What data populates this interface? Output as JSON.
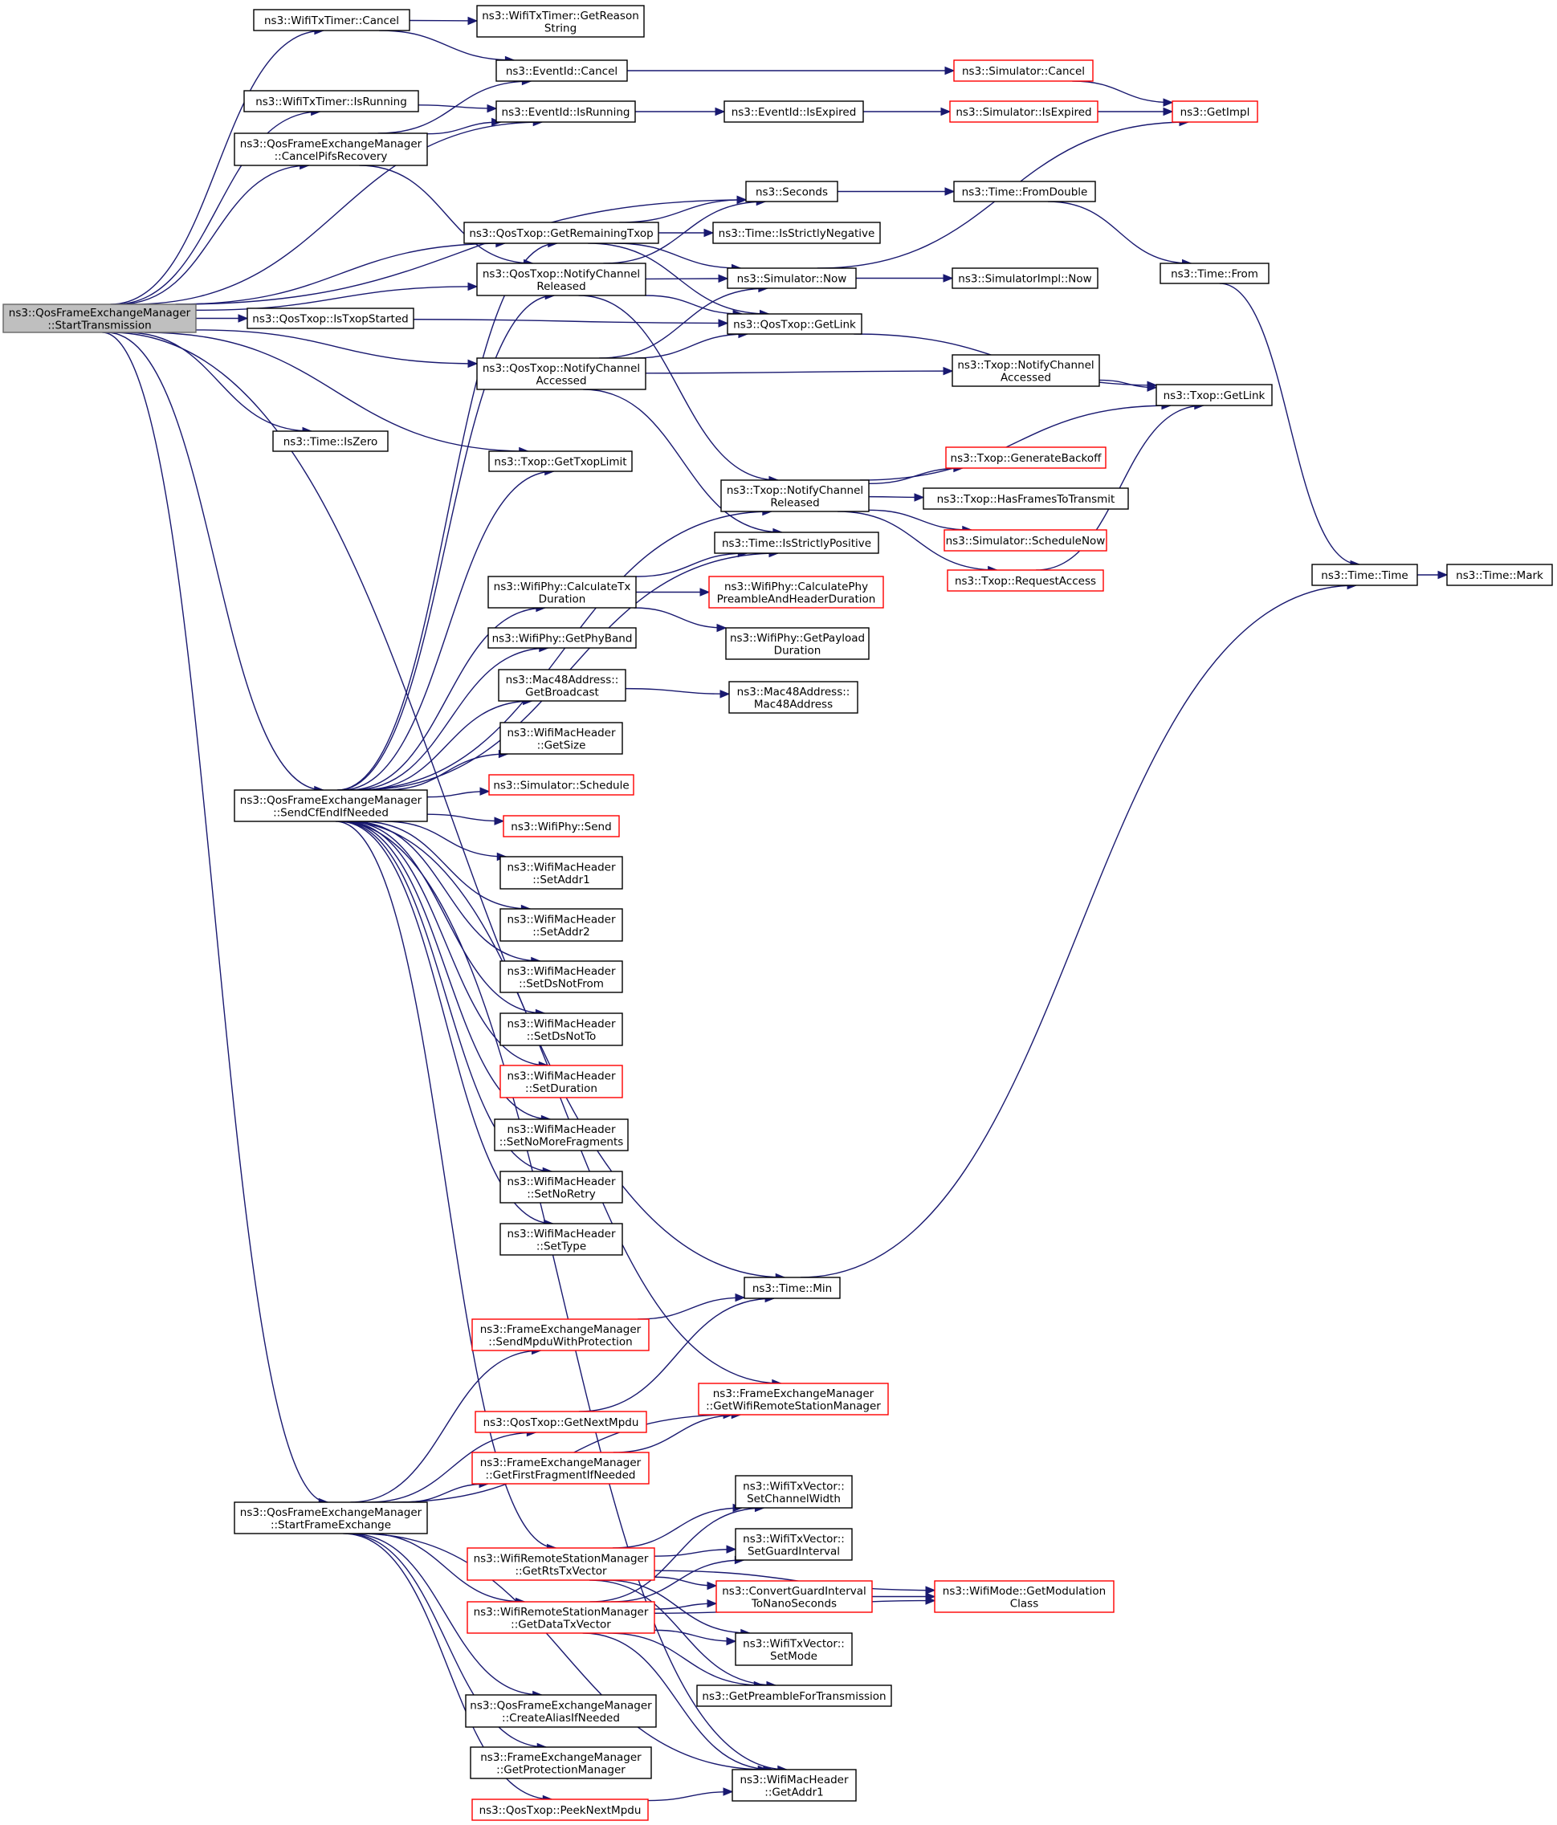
{
  "colors": {
    "edge": "#191970",
    "node_border": "#000000",
    "node_border_truncated": "#ff0000",
    "root_fill": "#bfbfbf"
  },
  "nodes": {
    "root": [
      "ns3::QosFrameExchangeManager",
      "::StartTransmission"
    ],
    "timerCancel": [
      "ns3::WifiTxTimer::Cancel"
    ],
    "timerReason": [
      "ns3::WifiTxTimer::GetReason",
      "String"
    ],
    "timerIsRunning": [
      "ns3::WifiTxTimer::IsRunning"
    ],
    "cancelPifs": [
      "ns3::QosFrameExchangeManager",
      "::CancelPifsRecovery"
    ],
    "eventCancel": [
      "ns3::EventId::Cancel"
    ],
    "eventIsRunning": [
      "ns3::EventId::IsRunning"
    ],
    "eventIsExpired": [
      "ns3::EventId::IsExpired"
    ],
    "simCancel": [
      "ns3::Simulator::Cancel"
    ],
    "simIsExpired": [
      "ns3::Simulator::IsExpired"
    ],
    "getImpl": [
      "ns3::GetImpl"
    ],
    "seconds": [
      "ns3::Seconds"
    ],
    "fromDouble": [
      "ns3::Time::FromDouble"
    ],
    "timeFrom": [
      "ns3::Time::From"
    ],
    "getRemaining": [
      "ns3::QosTxop::GetRemainingTxop"
    ],
    "strictlyNeg": [
      "ns3::Time::IsStrictlyNegative"
    ],
    "qosNotifyReleased": [
      "ns3::QosTxop::NotifyChannel",
      "Released"
    ],
    "simNow": [
      "ns3::Simulator::Now"
    ],
    "simImplNow": [
      "ns3::SimulatorImpl::Now"
    ],
    "isTxopStarted": [
      "ns3::QosTxop::IsTxopStarted"
    ],
    "qosGetLink": [
      "ns3::QosTxop::GetLink"
    ],
    "qosNotifyAccessed": [
      "ns3::QosTxop::NotifyChannel",
      "Accessed"
    ],
    "txopNotifyAccessed": [
      "ns3::Txop::NotifyChannel",
      "Accessed"
    ],
    "txopGetLink": [
      "ns3::Txop::GetLink"
    ],
    "isZero": [
      "ns3::Time::IsZero"
    ],
    "getTxopLimit": [
      "ns3::Txop::GetTxopLimit"
    ],
    "txopNotifyReleased": [
      "ns3::Txop::NotifyChannel",
      "Released"
    ],
    "genBackoff": [
      "ns3::Txop::GenerateBackoff"
    ],
    "hasFrames": [
      "ns3::Txop::HasFramesToTransmit"
    ],
    "scheduleNow": [
      "ns3::Simulator::ScheduleNow"
    ],
    "requestAccess": [
      "ns3::Txop::RequestAccess"
    ],
    "strictlyPos": [
      "ns3::Time::IsStrictlyPositive"
    ],
    "timeTime": [
      "ns3::Time::Time"
    ],
    "timeMark": [
      "ns3::Time::Mark"
    ],
    "calcTxDur": [
      "ns3::WifiPhy::CalculateTx",
      "Duration"
    ],
    "calcPhyPre": [
      "ns3::WifiPhy::CalculatePhy",
      "PreambleAndHeaderDuration"
    ],
    "payloadDur": [
      "ns3::WifiPhy::GetPayload",
      "Duration"
    ],
    "phyBand": [
      "ns3::WifiPhy::GetPhyBand"
    ],
    "getBroadcast": [
      "ns3::Mac48Address::",
      "GetBroadcast"
    ],
    "mac48": [
      "ns3::Mac48Address::",
      "Mac48Address"
    ],
    "getSize": [
      "ns3::WifiMacHeader",
      "::GetSize"
    ],
    "simSchedule": [
      "ns3::Simulator::Schedule"
    ],
    "phySend": [
      "ns3::WifiPhy::Send"
    ],
    "sendCfEnd": [
      "ns3::QosFrameExchangeManager",
      "::SendCfEndIfNeeded"
    ],
    "setAddr1": [
      "ns3::WifiMacHeader",
      "::SetAddr1"
    ],
    "setAddr2": [
      "ns3::WifiMacHeader",
      "::SetAddr2"
    ],
    "setDsNotFrom": [
      "ns3::WifiMacHeader",
      "::SetDsNotFrom"
    ],
    "setDsNotTo": [
      "ns3::WifiMacHeader",
      "::SetDsNotTo"
    ],
    "setDuration": [
      "ns3::WifiMacHeader",
      "::SetDuration"
    ],
    "setNoMoreFrag": [
      "ns3::WifiMacHeader",
      "::SetNoMoreFragments"
    ],
    "setNoRetry": [
      "ns3::WifiMacHeader",
      "::SetNoRetry"
    ],
    "setType": [
      "ns3::WifiMacHeader",
      "::SetType"
    ],
    "timeMin": [
      "ns3::Time::Min"
    ],
    "sendMpdu": [
      "ns3::FrameExchangeManager",
      "::SendMpduWithProtection"
    ],
    "getRsm": [
      "ns3::FrameExchangeManager",
      "::GetWifiRemoteStationManager"
    ],
    "getNextMpdu": [
      "ns3::QosTxop::GetNextMpdu"
    ],
    "getFirstFrag": [
      "ns3::FrameExchangeManager",
      "::GetFirstFragmentIfNeeded"
    ],
    "startFrame": [
      "ns3::QosFrameExchangeManager",
      "::StartFrameExchange"
    ],
    "setChanWidth": [
      "ns3::WifiTxVector::",
      "SetChannelWidth"
    ],
    "getRtsTxv": [
      "ns3::WifiRemoteStationManager",
      "::GetRtsTxVector"
    ],
    "setGuard": [
      "ns3::WifiTxVector::",
      "SetGuardInterval"
    ],
    "convGuard": [
      "ns3::ConvertGuardInterval",
      "ToNanoSeconds"
    ],
    "getModClass": [
      "ns3::WifiMode::GetModulation",
      "Class"
    ],
    "getDataTxv": [
      "ns3::WifiRemoteStationManager",
      "::GetDataTxVector"
    ],
    "setMode": [
      "ns3::WifiTxVector::",
      "SetMode"
    ],
    "getPreamble": [
      "ns3::GetPreambleForTransmission"
    ],
    "createAlias": [
      "ns3::QosFrameExchangeManager",
      "::CreateAliasIfNeeded"
    ],
    "getProtMgr": [
      "ns3::FrameExchangeManager",
      "::GetProtectionManager"
    ],
    "getAddr1": [
      "ns3::WifiMacHeader",
      "::GetAddr1"
    ],
    "peekNext": [
      "ns3::QosTxop::PeekNextMpdu"
    ]
  },
  "edges": [
    [
      "root",
      "timerCancel"
    ],
    [
      "root",
      "eventIsRunning"
    ],
    [
      "root",
      "timerIsRunning"
    ],
    [
      "root",
      "cancelPifs"
    ],
    [
      "root",
      "seconds"
    ],
    [
      "root",
      "getRemaining"
    ],
    [
      "root",
      "qosNotifyReleased"
    ],
    [
      "root",
      "isTxopStarted"
    ],
    [
      "root",
      "qosNotifyAccessed"
    ],
    [
      "root",
      "isZero"
    ],
    [
      "root",
      "getTxopLimit"
    ],
    [
      "root",
      "timeMin"
    ],
    [
      "root",
      "sendCfEnd"
    ],
    [
      "root",
      "startFrame"
    ],
    [
      "timerCancel",
      "timerReason"
    ],
    [
      "timerCancel",
      "eventCancel"
    ],
    [
      "timerIsRunning",
      "eventIsRunning"
    ],
    [
      "cancelPifs",
      "eventCancel"
    ],
    [
      "cancelPifs",
      "eventIsRunning"
    ],
    [
      "cancelPifs",
      "qosNotifyReleased"
    ],
    [
      "eventCancel",
      "simCancel"
    ],
    [
      "eventIsRunning",
      "eventIsExpired"
    ],
    [
      "eventIsExpired",
      "simIsExpired"
    ],
    [
      "simCancel",
      "getImpl"
    ],
    [
      "simIsExpired",
      "getImpl"
    ],
    [
      "seconds",
      "fromDouble"
    ],
    [
      "fromDouble",
      "timeFrom"
    ],
    [
      "timeFrom",
      "timeTime"
    ],
    [
      "timeTime",
      "timeMark"
    ],
    [
      "getRemaining",
      "seconds"
    ],
    [
      "getRemaining",
      "strictlyNeg"
    ],
    [
      "getRemaining",
      "simNow"
    ],
    [
      "getRemaining",
      "qosGetLink"
    ],
    [
      "qosNotifyReleased",
      "seconds"
    ],
    [
      "qosNotifyReleased",
      "simNow"
    ],
    [
      "qosNotifyReleased",
      "qosGetLink"
    ],
    [
      "qosNotifyReleased",
      "txopNotifyReleased"
    ],
    [
      "simNow",
      "getImpl"
    ],
    [
      "simNow",
      "simImplNow"
    ],
    [
      "isTxopStarted",
      "qosGetLink"
    ],
    [
      "qosGetLink",
      "txopGetLink"
    ],
    [
      "qosNotifyAccessed",
      "simNow"
    ],
    [
      "qosNotifyAccessed",
      "qosGetLink"
    ],
    [
      "qosNotifyAccessed",
      "txopNotifyAccessed"
    ],
    [
      "qosNotifyAccessed",
      "strictlyPos"
    ],
    [
      "txopNotifyAccessed",
      "txopGetLink"
    ],
    [
      "txopNotifyReleased",
      "txopGetLink"
    ],
    [
      "txopNotifyReleased",
      "genBackoff"
    ],
    [
      "txopNotifyReleased",
      "hasFrames"
    ],
    [
      "txopNotifyReleased",
      "scheduleNow"
    ],
    [
      "txopNotifyReleased",
      "requestAccess"
    ],
    [
      "requestAccess",
      "txopGetLink"
    ],
    [
      "calcTxDur",
      "strictlyPos"
    ],
    [
      "calcTxDur",
      "calcPhyPre"
    ],
    [
      "calcTxDur",
      "payloadDur"
    ],
    [
      "getBroadcast",
      "mac48"
    ],
    [
      "sendCfEnd",
      "getRemaining"
    ],
    [
      "sendCfEnd",
      "qosNotifyReleased"
    ],
    [
      "sendCfEnd",
      "getTxopLimit"
    ],
    [
      "sendCfEnd",
      "txopNotifyReleased"
    ],
    [
      "sendCfEnd",
      "strictlyPos"
    ],
    [
      "sendCfEnd",
      "calcTxDur"
    ],
    [
      "sendCfEnd",
      "phyBand"
    ],
    [
      "sendCfEnd",
      "getBroadcast"
    ],
    [
      "sendCfEnd",
      "getSize"
    ],
    [
      "sendCfEnd",
      "simSchedule"
    ],
    [
      "sendCfEnd",
      "phySend"
    ],
    [
      "sendCfEnd",
      "setAddr1"
    ],
    [
      "sendCfEnd",
      "setAddr2"
    ],
    [
      "sendCfEnd",
      "setDsNotFrom"
    ],
    [
      "sendCfEnd",
      "setDsNotTo"
    ],
    [
      "sendCfEnd",
      "setDuration"
    ],
    [
      "sendCfEnd",
      "setNoMoreFrag"
    ],
    [
      "sendCfEnd",
      "setNoRetry"
    ],
    [
      "sendCfEnd",
      "setType"
    ],
    [
      "sendCfEnd",
      "getRsm"
    ],
    [
      "sendCfEnd",
      "getRtsTxv"
    ],
    [
      "sendCfEnd",
      "getAddr1"
    ],
    [
      "timeMin",
      "timeTime"
    ],
    [
      "sendMpdu",
      "timeMin"
    ],
    [
      "getNextMpdu",
      "timeMin"
    ],
    [
      "getFirstFrag",
      "getRsm"
    ],
    [
      "startFrame",
      "sendMpdu"
    ],
    [
      "startFrame",
      "getNextMpdu"
    ],
    [
      "startFrame",
      "getFirstFrag"
    ],
    [
      "startFrame",
      "getRsm"
    ],
    [
      "startFrame",
      "getDataTxv"
    ],
    [
      "startFrame",
      "createAlias"
    ],
    [
      "startFrame",
      "getProtMgr"
    ],
    [
      "startFrame",
      "peekNext"
    ],
    [
      "startFrame",
      "getAddr1"
    ],
    [
      "getRtsTxv",
      "setChanWidth"
    ],
    [
      "getRtsTxv",
      "setGuard"
    ],
    [
      "getRtsTxv",
      "convGuard"
    ],
    [
      "getRtsTxv",
      "setMode"
    ],
    [
      "getRtsTxv",
      "getPreamble"
    ],
    [
      "getRtsTxv",
      "getModClass"
    ],
    [
      "getDataTxv",
      "setChanWidth"
    ],
    [
      "getDataTxv",
      "setGuard"
    ],
    [
      "getDataTxv",
      "convGuard"
    ],
    [
      "getDataTxv",
      "setMode"
    ],
    [
      "getDataTxv",
      "getPreamble"
    ],
    [
      "getDataTxv",
      "getModClass"
    ],
    [
      "getDataTxv",
      "getAddr1"
    ],
    [
      "convGuard",
      "getModClass"
    ],
    [
      "peekNext",
      "getAddr1"
    ]
  ]
}
